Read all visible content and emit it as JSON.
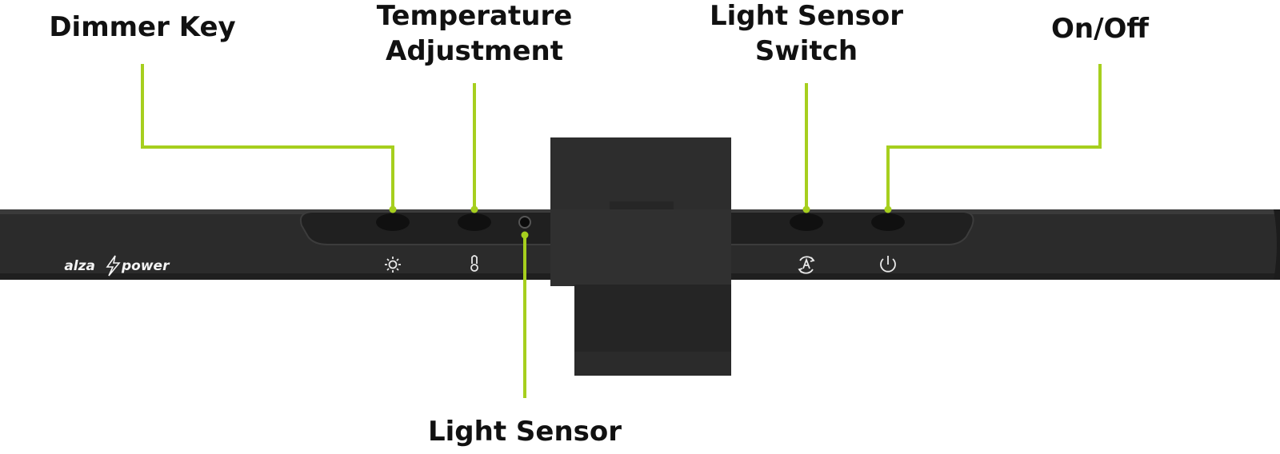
{
  "colors": {
    "accent": "#a6cf1e",
    "bar": "#2c2c2c",
    "panel": "#232323",
    "button": "#111111",
    "label": "#111111"
  },
  "brand": {
    "left": "alza",
    "right": "power",
    "logo_icon": "lightning-bolt-icon"
  },
  "callouts": {
    "dimmer_key": "Dimmer Key",
    "temperature_line1": "Temperature",
    "temperature_line2": "Adjustment",
    "light_sensor_switch_line1": "Light Sensor",
    "light_sensor_switch_line2": "Switch",
    "on_off": "On/Off",
    "light_sensor": "Light Sensor"
  },
  "icons": {
    "dimmer": "sun-brightness-icon",
    "temperature": "thermometer-icon",
    "sensor_switch": "auto-sensor-icon",
    "power": "power-icon"
  }
}
